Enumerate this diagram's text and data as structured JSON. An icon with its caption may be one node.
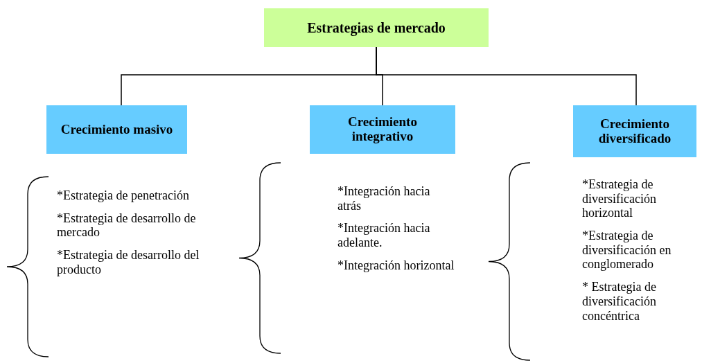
{
  "diagram": {
    "nodes": [
      {
        "text": [
          "Estrategias de mercado"
        ]
      },
      {
        "text": [
          "Crecimiento masivo"
        ]
      },
      {
        "text": [
          "Crecimiento integrativo"
        ]
      },
      {
        "text": [
          "Crecimiento diversificado"
        ]
      },
      {
        "text": [
          "*Estrategia de penetración",
          "*Estrategia de desarrollo de mercado",
          "*Estrategia de desarrollo del producto"
        ]
      },
      {
        "text": [
          "*Integración hacia atrás",
          "*Integración hacia adelante.",
          "*Integración horizontal"
        ]
      },
      {
        "text": [
          "*Estrategia de diversificación horizontal",
          "*Estrategia de diversificación en conglomerado",
          "* Estrategia de diversificación concéntrica"
        ]
      }
    ],
    "edges": [
      {
        "from": 0,
        "to": 1,
        "arrow": "none"
      },
      {
        "from": 0,
        "to": 2,
        "arrow": "none"
      },
      {
        "from": 0,
        "to": 3,
        "arrow": "none"
      }
    ]
  }
}
